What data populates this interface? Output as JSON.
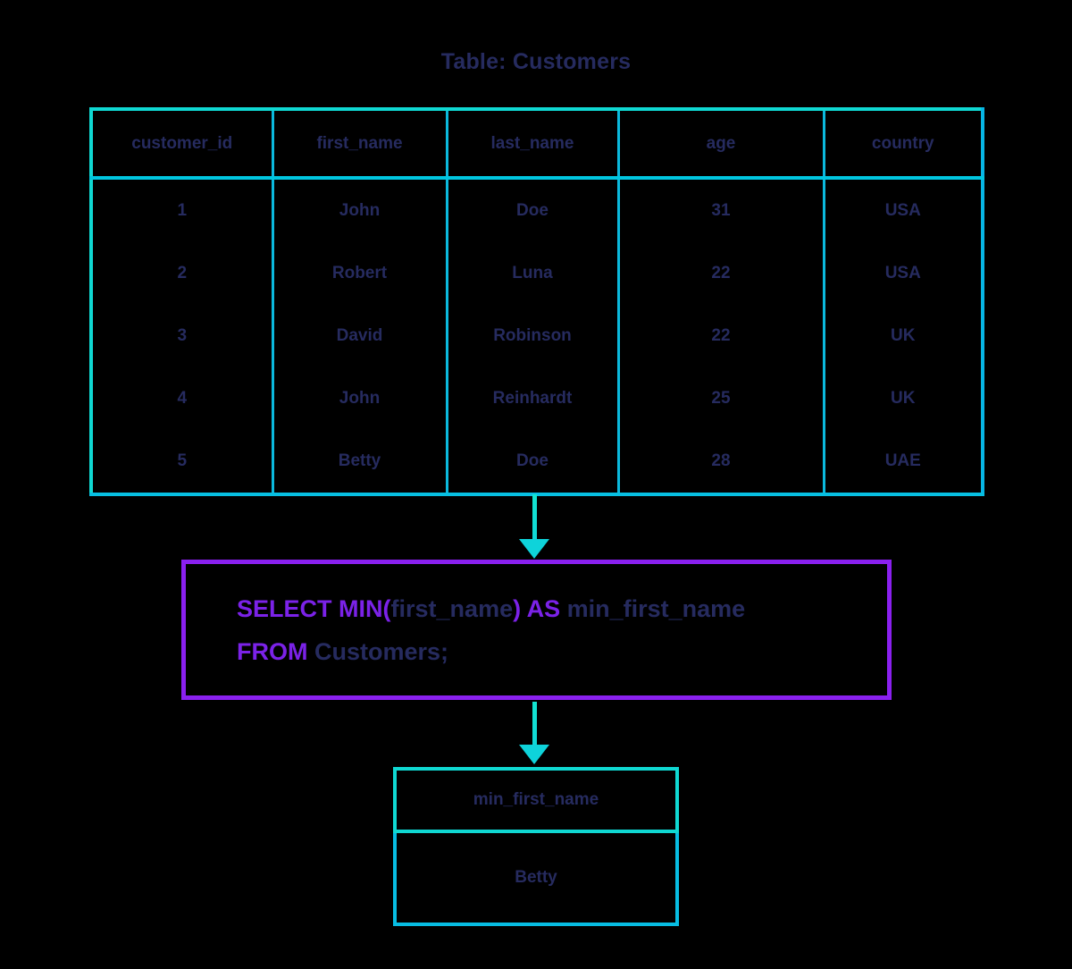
{
  "title": "Table: Customers",
  "colors": {
    "background": "#000000",
    "table_border_cyan": "#0fd8d2",
    "table_border_blue": "#07bde3",
    "text_navy": "#262b5f",
    "keyword_purple": "#7b22e8",
    "query_box_border": "#8a20ef",
    "arrow_cyan": "#0ed3da"
  },
  "source_table": {
    "columns": [
      "customer_id",
      "first_name",
      "last_name",
      "age",
      "country"
    ],
    "rows": [
      [
        "1",
        "John",
        "Doe",
        "31",
        "USA"
      ],
      [
        "2",
        "Robert",
        "Luna",
        "22",
        "USA"
      ],
      [
        "3",
        "David",
        "Robinson",
        "22",
        "UK"
      ],
      [
        "4",
        "John",
        "Reinhardt",
        "25",
        "UK"
      ],
      [
        "5",
        "Betty",
        "Doe",
        "28",
        "UAE"
      ]
    ]
  },
  "query": {
    "full_text": "SELECT MIN(first_name) AS min_first_name FROM Customers;",
    "line1": {
      "kw_select": "SELECT",
      "kw_min": "MIN",
      "paren_open": "(",
      "arg": "first_name",
      "paren_close": ")",
      "kw_as": "AS",
      "alias": "min_first_name"
    },
    "line2": {
      "kw_from": "FROM",
      "table": "Customers;"
    }
  },
  "result_table": {
    "column": "min_first_name",
    "value": "Betty"
  },
  "arrows": {
    "table_to_query": "down-arrow-icon",
    "query_to_result": "down-arrow-icon"
  }
}
